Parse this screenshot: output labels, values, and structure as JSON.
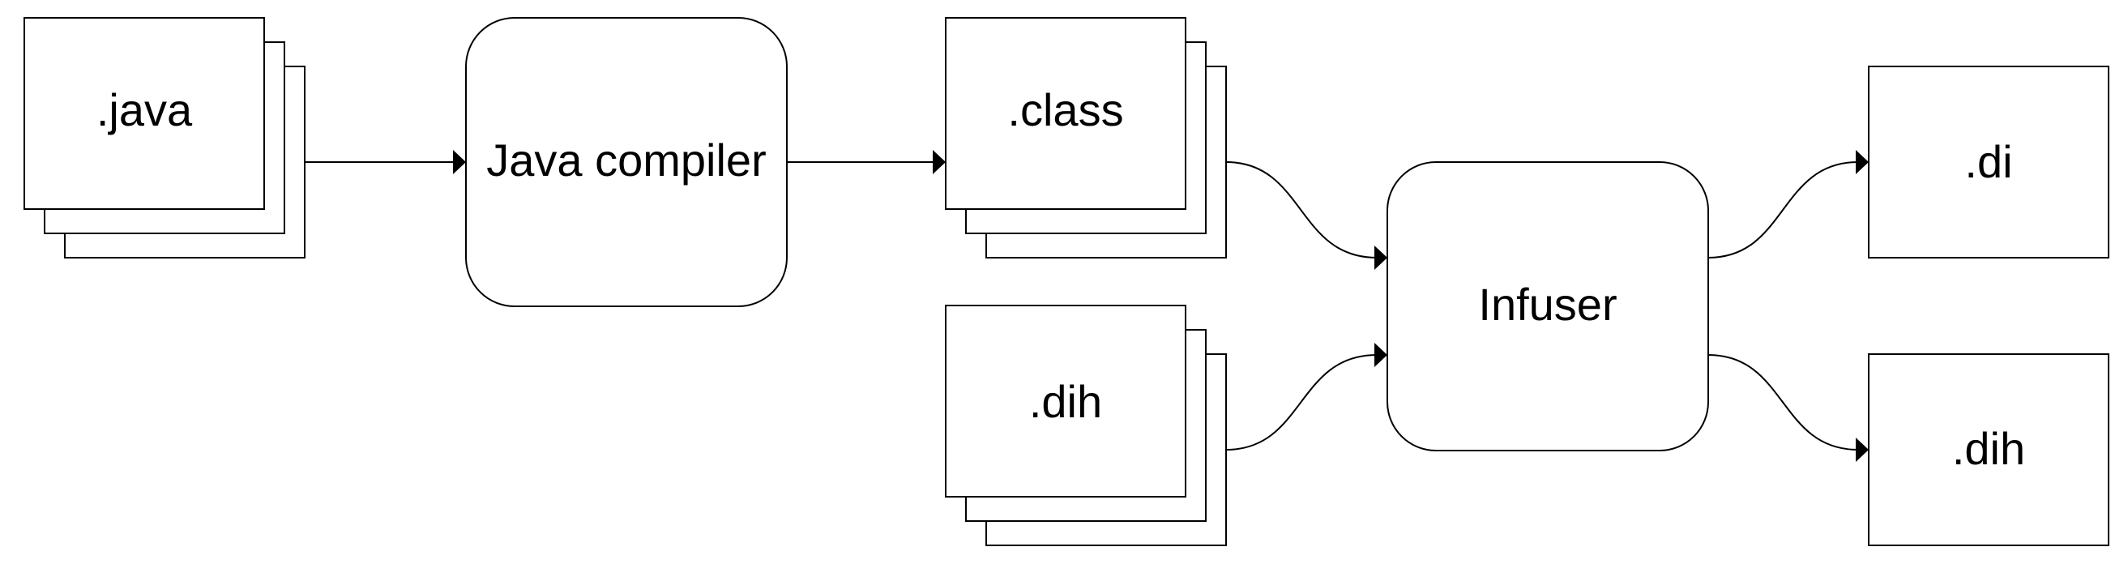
{
  "nodes": {
    "java_files": {
      "label": ".java"
    },
    "java_compiler": {
      "label": "Java compiler"
    },
    "class_files": {
      "label": ".class"
    },
    "dih_input_files": {
      "label": ".dih"
    },
    "infuser": {
      "label": "Infuser"
    },
    "di_output": {
      "label": ".di"
    },
    "dih_output": {
      "label": ".dih"
    }
  },
  "edges": [
    {
      "from": ".java",
      "to": "Java compiler"
    },
    {
      "from": "Java compiler",
      "to": ".class"
    },
    {
      "from": ".class",
      "to": "Infuser"
    },
    {
      "from": ".dih",
      "to": "Infuser"
    },
    {
      "from": "Infuser",
      "to": ".di"
    },
    {
      "from": "Infuser",
      "to": ".dih"
    }
  ]
}
